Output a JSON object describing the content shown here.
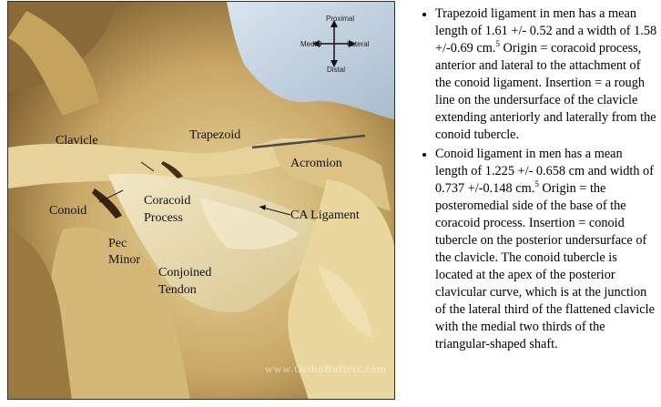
{
  "figure": {
    "compass": {
      "proximal": "Proximal",
      "distal": "Distal",
      "medial": "Medial",
      "lateral": "Lateral"
    },
    "labels": {
      "clavicle": "Clavicle",
      "trapezoid": "Trapezoid",
      "acromion": "Acromion",
      "conoid": "Conoid",
      "coracoid_1": "Coracoid",
      "coracoid_2": "Process",
      "ca_ligament": "CA Ligament",
      "pec_1": "Pec",
      "pec_2": "Minor",
      "conjoined_1": "Conjoined",
      "conjoined_2": "Tendon"
    },
    "watermark": "www.OrthoBullets.com"
  },
  "notes": [
    {
      "pre": "Trapezoid ligament in men has a mean length of 1.61 +/- 0.52 and a width of 1.58 +/-0.69 cm.",
      "sup": "5",
      "post": "  Origin = coracoid process, anterior and lateral to the attachment of the conoid ligament. Insertion = a rough line on the undersurface of the clavicle extending anteriorly and laterally from the conoid tubercle."
    },
    {
      "pre": "Conoid ligament in men has a mean length of 1.225 +/- 0.658 cm and width of 0.737 +/-0.148 cm.",
      "sup": "5",
      "post": "  Origin = the posteromedial side of the base of the coracoid process. Insertion = conoid tubercle on the posterior undersurface of the clavicle.  The conoid tubercle is located at the apex of the posterior clavicular curve, which is at the junction of the lateral third of the flattened clavicle with the medial two thirds of the triangular-shaped shaft."
    }
  ]
}
